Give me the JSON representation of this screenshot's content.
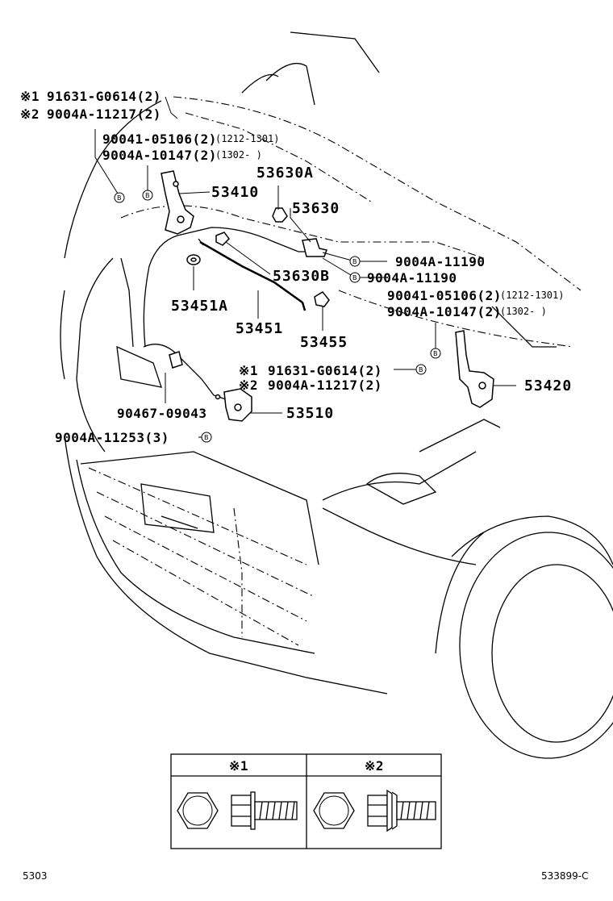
{
  "labels": {
    "note1_marker": "※1",
    "note1_part": "91631-G0614(2)",
    "note2_marker": "※2",
    "note2_part": "9004A-11217(2)",
    "hinge_l_bolt1": "90041-05106(2)",
    "hinge_l_bolt1_range": "(1212-1301)",
    "hinge_l_bolt2": "9004A-10147(2)",
    "hinge_l_bolt2_range": "(1302-      )",
    "hinge_l": "53410",
    "part_53630a": "53630A",
    "part_53630": "53630",
    "bolt_11190_a": "9004A-11190",
    "part_53630b": "53630B",
    "bolt_11190_b": "9004A-11190",
    "part_53451a": "53451A",
    "hinge_r_bolt1": "90041-05106(2)",
    "hinge_r_bolt1_range": "(1212-1301)",
    "hinge_r_bolt2": "9004A-10147(2)",
    "hinge_r_bolt2_range": "(1302-      )",
    "part_53451": "53451",
    "part_53455": "53455",
    "note1b_marker": "※1",
    "note1b_part": "91631-G0614(2)",
    "note2b_marker": "※2",
    "note2b_part": "9004A-11217(2)",
    "hinge_r": "53420",
    "clip": "90467-09043",
    "lock": "53510",
    "lock_bolt": "9004A-11253(3)",
    "bolt_mark": "B"
  },
  "legend": {
    "col1_header": "※1",
    "col2_header": "※2"
  },
  "footer": {
    "left_code": "5303",
    "right_code": "533899-C"
  }
}
